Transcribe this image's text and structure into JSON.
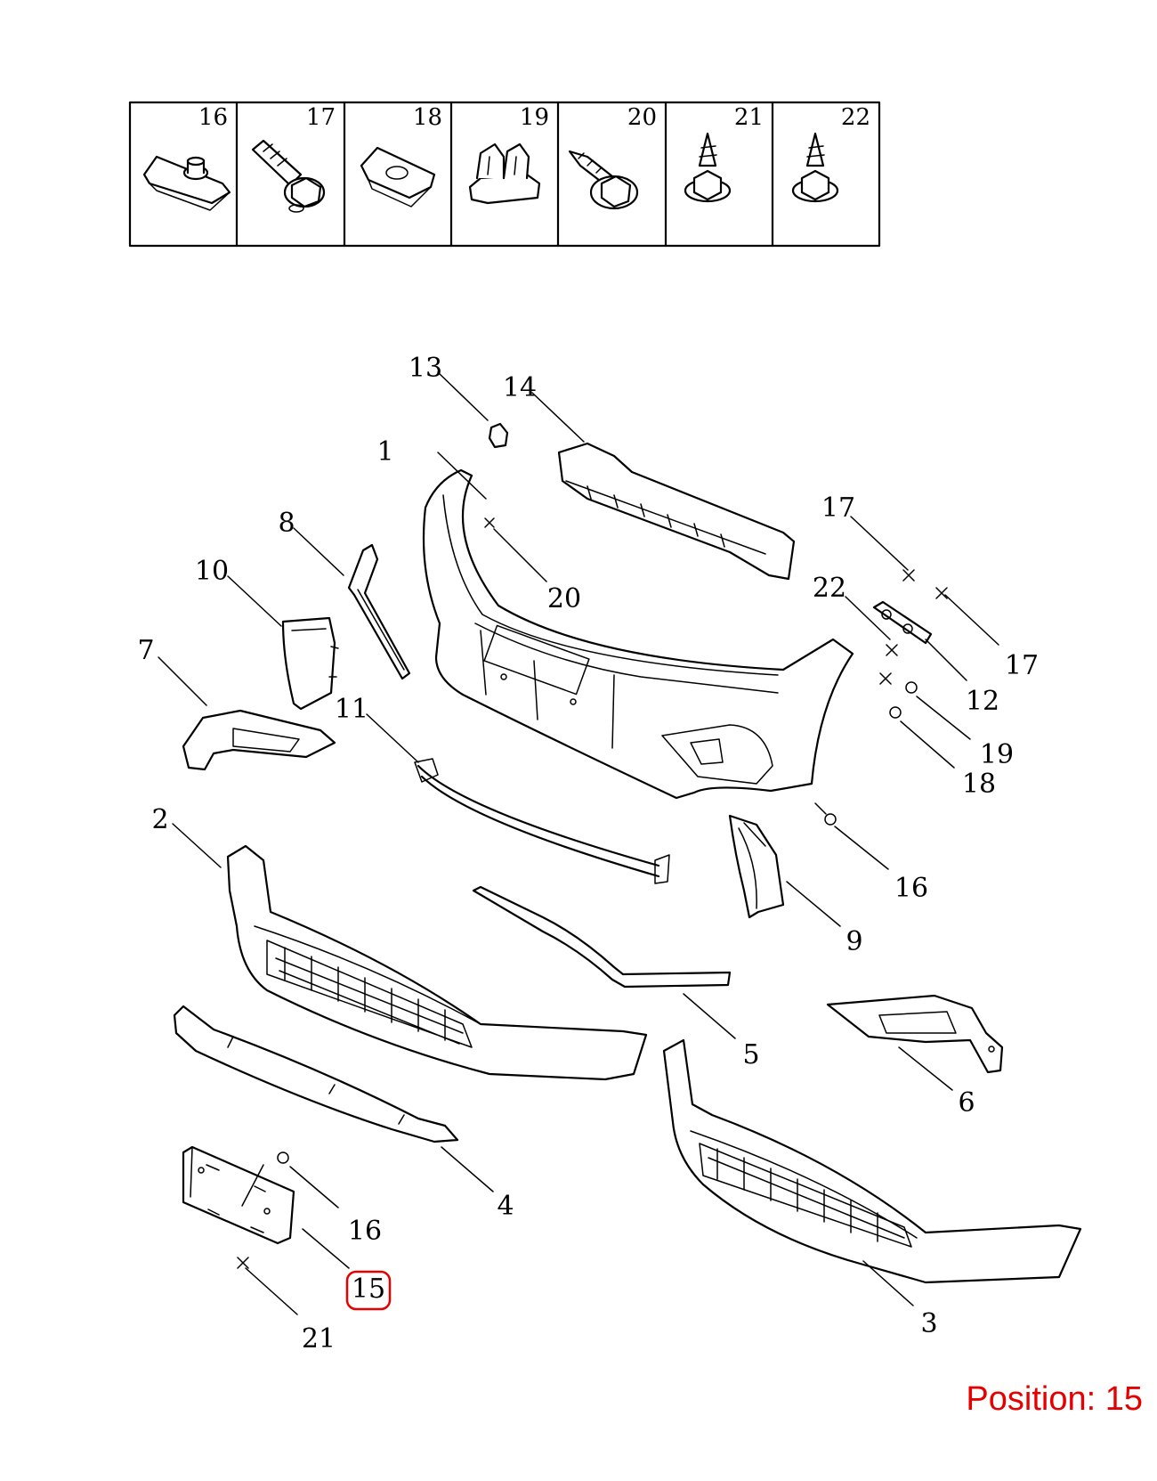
{
  "header_parts": [
    "16",
    "17",
    "18",
    "19",
    "20",
    "21",
    "22"
  ],
  "callouts": {
    "c1": "1",
    "c2": "2",
    "c3": "3",
    "c4": "4",
    "c5": "5",
    "c6": "6",
    "c7": "7",
    "c8": "8",
    "c9": "9",
    "c10": "10",
    "c11": "11",
    "c12": "12",
    "c13": "13",
    "c14": "14",
    "c15": "15",
    "c16a": "16",
    "c16b": "16",
    "c17a": "17",
    "c17b": "17",
    "c18": "18",
    "c19": "19",
    "c20": "20",
    "c21": "21",
    "c22": "22"
  },
  "highlight": {
    "target": "15",
    "color": "#e60000"
  },
  "position_label": "Position: 15"
}
